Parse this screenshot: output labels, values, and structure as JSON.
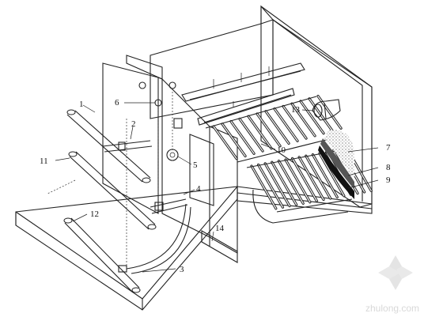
{
  "labels": [
    {
      "id": "1",
      "text": "1"
    },
    {
      "id": "2",
      "text": "2"
    },
    {
      "id": "3",
      "text": "3"
    },
    {
      "id": "4",
      "text": "4"
    },
    {
      "id": "5",
      "text": "5"
    },
    {
      "id": "6",
      "text": "6"
    },
    {
      "id": "7",
      "text": "7"
    },
    {
      "id": "8",
      "text": "8"
    },
    {
      "id": "9",
      "text": "9"
    },
    {
      "id": "10",
      "text": "10"
    },
    {
      "id": "11",
      "text": "11"
    },
    {
      "id": "12",
      "text": "12"
    },
    {
      "id": "13",
      "text": "13"
    },
    {
      "id": "14",
      "text": "14"
    }
  ],
  "watermark": {
    "text": "zhulong.com"
  }
}
